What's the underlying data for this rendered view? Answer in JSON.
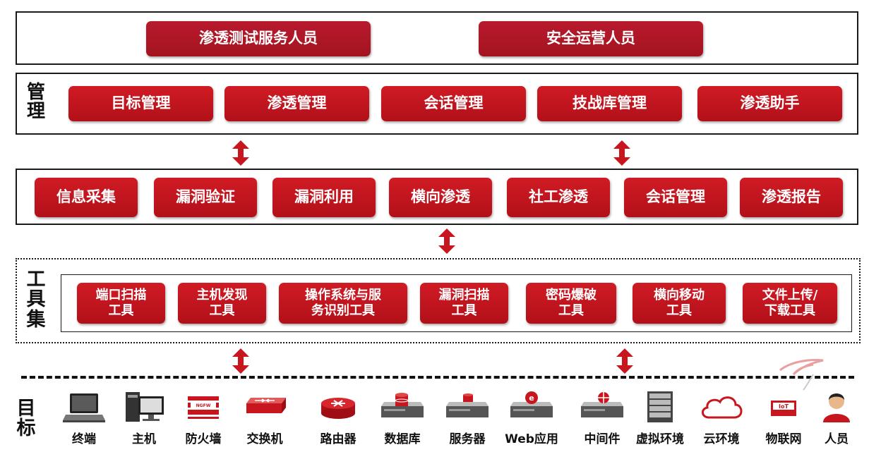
{
  "roles": [
    "渗透测试服务人员",
    "安全运营人员"
  ],
  "management": {
    "label": "管理",
    "items": [
      "目标管理",
      "渗透管理",
      "会话管理",
      "技战库管理",
      "渗透助手"
    ]
  },
  "phases": [
    "信息采集",
    "漏洞验证",
    "漏洞利用",
    "横向渗透",
    "社工渗透",
    "会话管理",
    "渗透报告"
  ],
  "toolset": {
    "label": "工具集",
    "items": [
      "端口扫描工具",
      "主机发现工具",
      "操作系统与服务识别工具",
      "漏洞扫描工具",
      "密码爆破工具",
      "横向移动工具",
      "文件上传/下载工具"
    ],
    "lines": [
      [
        "端口扫描",
        "工具"
      ],
      [
        "主机发现",
        "工具"
      ],
      [
        "操作系统与服",
        "务识别工具"
      ],
      [
        "漏洞扫描",
        "工具"
      ],
      [
        "密码爆破",
        "工具"
      ],
      [
        "横向移动",
        "工具"
      ],
      [
        "文件上传/",
        "下载工具"
      ]
    ]
  },
  "targets": {
    "label": "目标",
    "items": [
      {
        "label": "终端",
        "icon": "laptop-icon"
      },
      {
        "label": "主机",
        "icon": "desktop-icon"
      },
      {
        "label": "防火墙",
        "icon": "firewall-icon",
        "badge": "NGFW"
      },
      {
        "label": "交换机",
        "icon": "switch-icon"
      },
      {
        "label": "路由器",
        "icon": "router-icon"
      },
      {
        "label": "数据库",
        "icon": "database-server-icon"
      },
      {
        "label": "服务器",
        "icon": "server-icon"
      },
      {
        "label": "Web应用",
        "icon": "web-server-icon",
        "badge": "e"
      },
      {
        "label": "中间件",
        "icon": "middleware-icon"
      },
      {
        "label": "虚拟环境",
        "icon": "server-rack-icon"
      },
      {
        "label": "云环境",
        "icon": "cloud-icon"
      },
      {
        "label": "物联网",
        "icon": "iot-device-icon",
        "badge": "IoT"
      },
      {
        "label": "人员",
        "icon": "person-icon"
      }
    ]
  },
  "colors": {
    "primary_red": "#c8161e",
    "role_red": "#b0182a",
    "border": "#1a1a1a"
  }
}
